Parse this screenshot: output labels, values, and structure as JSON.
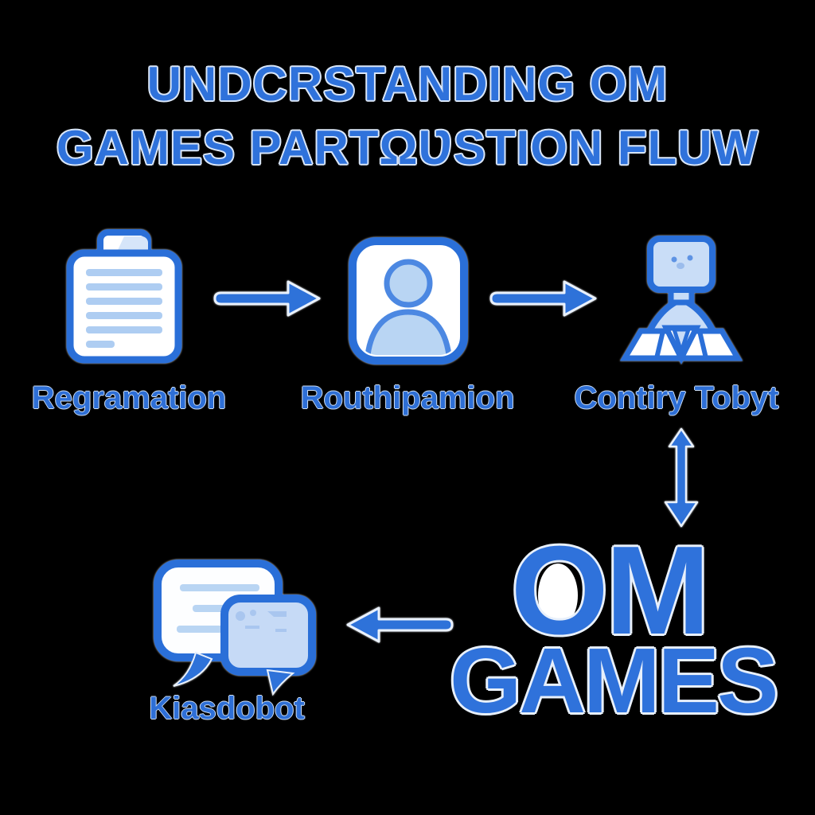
{
  "title": {
    "line1": "UNDCRSTANDING OM",
    "line2": "GAMES PARTΩƲSTION FLUW"
  },
  "flow": {
    "steps": [
      {
        "label": "Regramation",
        "icon": "clipboard-document-icon"
      },
      {
        "label": "Routhipamion",
        "icon": "user-profile-icon"
      },
      {
        "label": "Contiry Tobyt",
        "icon": "person-at-desk-icon"
      }
    ],
    "arrows": [
      "right-arrow",
      "right-arrow",
      "double-vertical-arrow",
      "left-arrow"
    ]
  },
  "brand": {
    "line1": "OM",
    "line2": "GAMES"
  },
  "chat": {
    "label": "Kiasdobot",
    "icon": "chat-bubbles-icon"
  },
  "colors": {
    "background": "#000000",
    "primary_blue": "#2e72d9",
    "border_blue": "#2a6fd8",
    "light_blue_fill": "#bdd7f4",
    "white_outline": "#e9f1fc"
  }
}
